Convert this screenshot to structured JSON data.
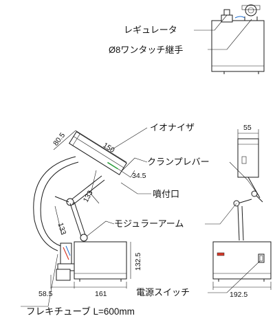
{
  "labels": {
    "regulator": "レギュレータ",
    "one_touch_fitting": "Ø8ワンタッチ継手",
    "ionizer": "イオナイザ",
    "clamp_lever": "クランプレバー",
    "nozzle": "噴付口",
    "modular_arm": "モジュラーアーム",
    "power_switch": "電源スイッチ",
    "flexible_tube": "フレキチューブ L=600mm"
  },
  "dimensions": {
    "ionizer_length": "80.5",
    "ionizer_width": "150",
    "nozzle_offset": "34.5",
    "arm_upper": "133",
    "arm_lower": "133",
    "side_width": "55",
    "base_height": "132.5",
    "base_offset": "58.5",
    "base_length": "161",
    "side_depth": "192.5"
  },
  "colors": {
    "line": "#1a1a1a",
    "accent_blue": "#1f6fd1",
    "accent_red": "#d63a2a"
  }
}
